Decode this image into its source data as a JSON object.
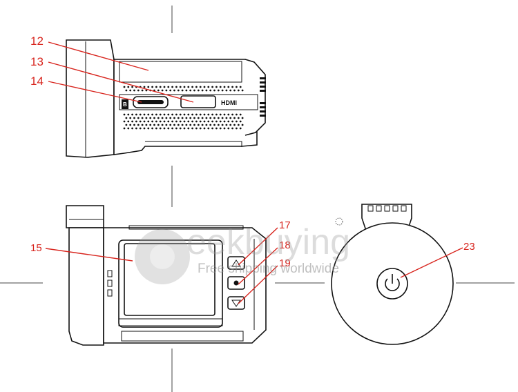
{
  "callouts": {
    "c12": "12",
    "c13": "13",
    "c14": "14",
    "c15": "15",
    "c17": "17",
    "c18": "18",
    "c19": "19",
    "c23": "23"
  },
  "port_labels": {
    "hdmi": "HDMI",
    "b_badge": "B"
  },
  "watermark": {
    "brand": "eekbuying",
    "tagline": "Free shipping worldwide"
  },
  "colors": {
    "callout": "#d8251e",
    "line_art": "#111111"
  }
}
